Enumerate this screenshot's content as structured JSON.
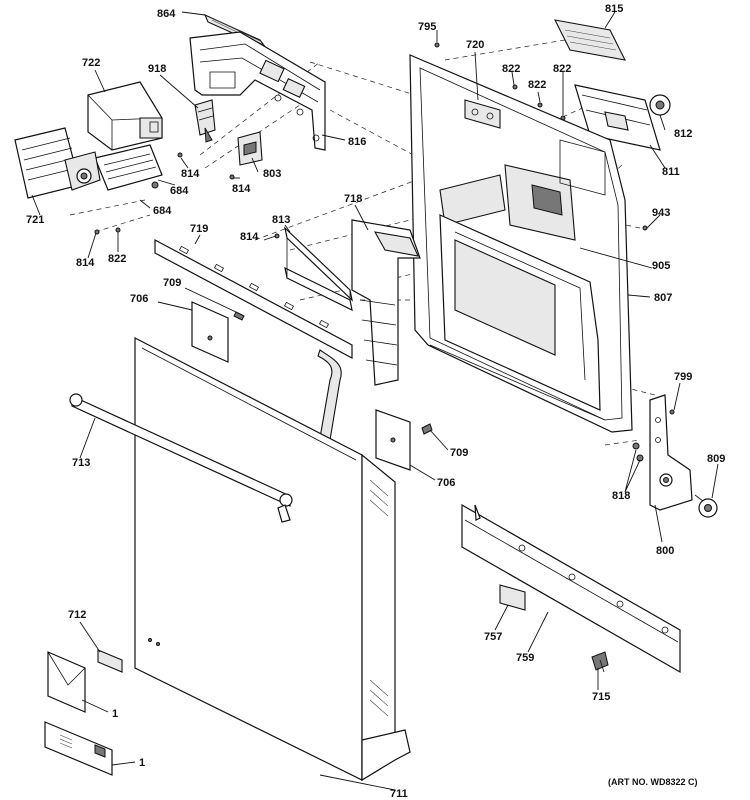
{
  "diagram": {
    "art_number": "(ART NO. WD8322 C)",
    "callouts": {
      "c864": "864",
      "c795": "795",
      "c720": "720",
      "c815": "815",
      "c722": "722",
      "c918": "918",
      "c822a": "822",
      "c822b": "822",
      "c822c": "822",
      "c812": "812",
      "c816": "816",
      "c814a": "814",
      "c803": "803",
      "c684a": "684",
      "c814b": "814",
      "c721": "721",
      "c684b": "684",
      "c811": "811",
      "c718": "718",
      "c943": "943",
      "c813": "813",
      "c814c": "814",
      "c822d": "822",
      "c814d": "814",
      "c719": "719",
      "c905": "905",
      "c709a": "709",
      "c706a": "706",
      "c807": "807",
      "c799": "799",
      "c713": "713",
      "c709b": "709",
      "c809": "809",
      "c706b": "706",
      "c818": "818",
      "c800": "800",
      "c712": "712",
      "c757": "757",
      "c759": "759",
      "c1a": "1",
      "c715": "715",
      "c1b": "1",
      "c711": "711"
    }
  }
}
